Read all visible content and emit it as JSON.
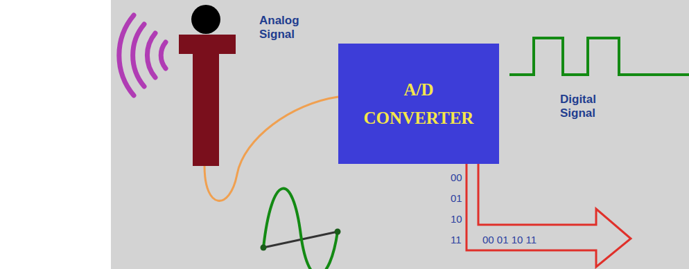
{
  "diagram": {
    "nodes": [
      {
        "text": [
          "A/D CONVERTER"
        ]
      }
    ],
    "labels": [
      "Analog Signal",
      "Digital Signal",
      "00",
      "01",
      "10",
      "11",
      "00 01 10 11"
    ]
  }
}
